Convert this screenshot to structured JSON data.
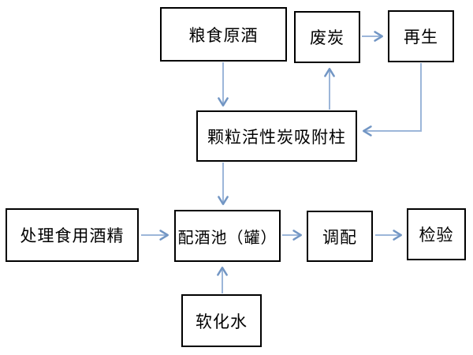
{
  "diagram": {
    "title": "liquor-production-process-flowchart",
    "nodes": {
      "grain_raw_liquor": {
        "label": "粮食原酒"
      },
      "waste_carbon": {
        "label": "废炭"
      },
      "regeneration": {
        "label": "再生"
      },
      "adsorption_column": {
        "label": "颗粒活性炭吸附柱"
      },
      "treated_edible_alcohol": {
        "label": "处理食用酒精"
      },
      "blending_tank": {
        "label": "配酒池（罐）"
      },
      "blending": {
        "label": "调配"
      },
      "inspection": {
        "label": "检验"
      },
      "softened_water": {
        "label": "软化水"
      }
    },
    "edges": [
      {
        "from": "粮食原酒",
        "to": "颗粒活性炭吸附柱"
      },
      {
        "from": "颗粒活性炭吸附柱",
        "to": "废炭"
      },
      {
        "from": "废炭",
        "to": "再生"
      },
      {
        "from": "再生",
        "to": "颗粒活性炭吸附柱"
      },
      {
        "from": "颗粒活性炭吸附柱",
        "to": "配酒池（罐）"
      },
      {
        "from": "处理食用酒精",
        "to": "配酒池（罐）"
      },
      {
        "from": "配酒池（罐）",
        "to": "调配"
      },
      {
        "from": "调配",
        "to": "检验"
      },
      {
        "from": "软化水",
        "to": "配酒池（罐）"
      }
    ],
    "colors": {
      "background": "#ffffff",
      "box_border": "#000000",
      "box_fill": "#ffffff",
      "text": "#000000",
      "connector_line": "#9cb6d9",
      "connector_arrowhead": "#7296c4"
    }
  }
}
